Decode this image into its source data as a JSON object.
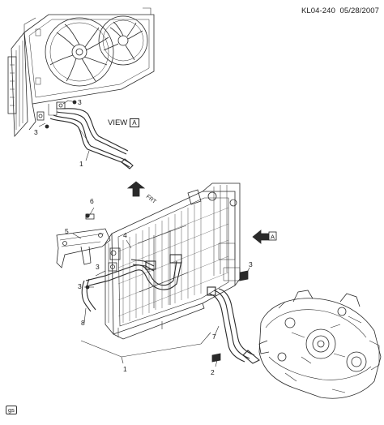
{
  "header": {
    "code": "KL04-240",
    "date": "05/28/2007"
  },
  "view": {
    "label": "VIEW",
    "ref": "A"
  },
  "arrow_front": {
    "text": "FRT"
  },
  "arrow_view": {
    "ref": "A"
  },
  "callouts": [
    "3",
    "3",
    "1",
    "6",
    "5",
    "4",
    "3",
    "3",
    "8",
    "1",
    "7",
    "2",
    "3"
  ],
  "footer_badge": "gs"
}
